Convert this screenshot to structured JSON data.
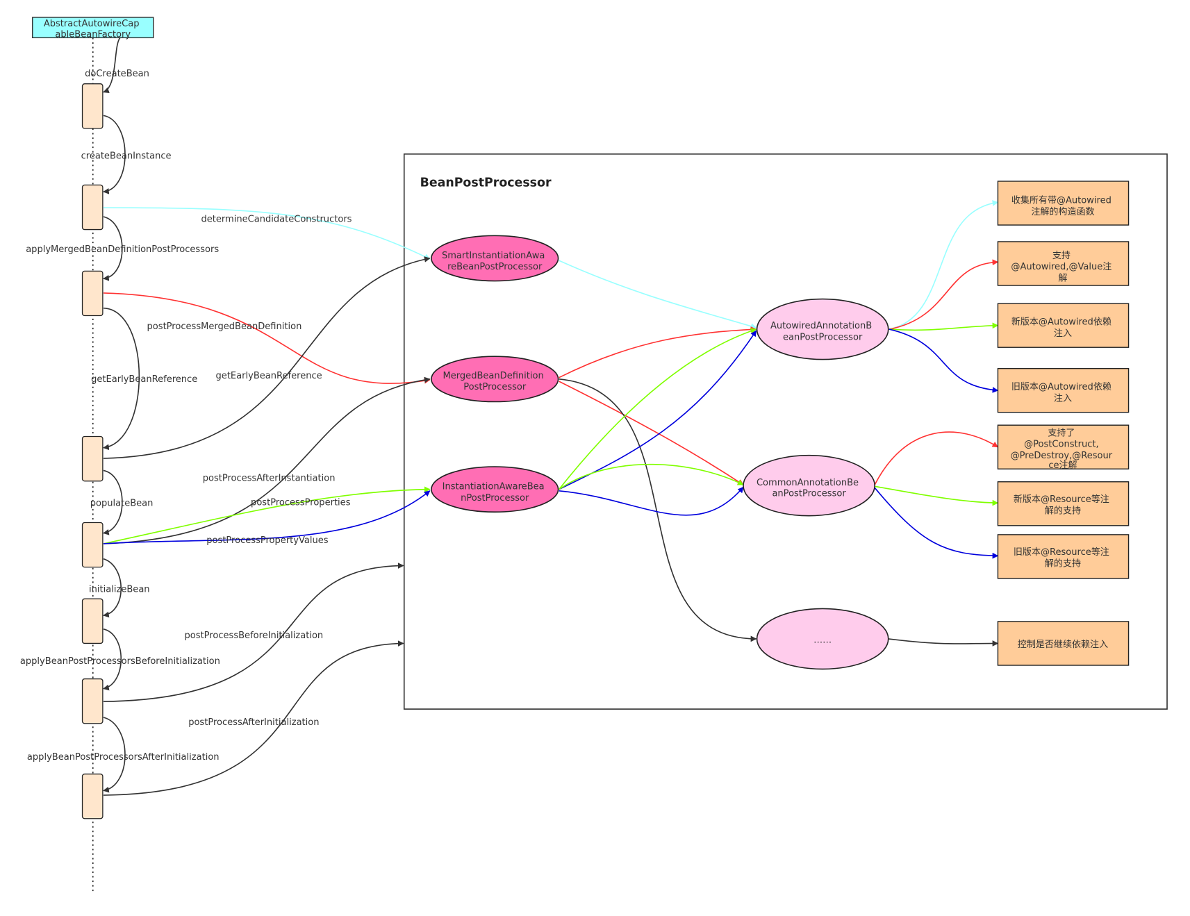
{
  "colors": {
    "header_fill": "#99ffff",
    "activation_fill": "#ffe6cc",
    "hot_pink": "#ff6eb4",
    "light_pink": "#ffccec",
    "result_fill": "#ffcc99",
    "black_edge": "#333333",
    "cyan_edge": "#99ffff",
    "red_edge": "#ff3333",
    "green_edge": "#80ff00",
    "blue_edge": "#0000dd"
  },
  "lifeline": {
    "header": [
      "AbstractAutowireCap",
      "ableBeanFactory"
    ]
  },
  "flow_calls": {
    "doCreateBean": "doCreateBean",
    "createBeanInstance": "createBeanInstance",
    "applyMerged": "applyMergedBeanDefinitionPostProcessors",
    "getEarly": "getEarlyBeanReference",
    "populateBean": "populateBean",
    "initializeBean": "initializeBean",
    "applyBefore": "applyBeanPostProcessorsBeforeInitialization",
    "applyAfter": "applyBeanPostProcessorsAfterInitialization"
  },
  "hook_calls": {
    "determineCandidateConstructors": "determineCandidateConstructors",
    "postProcessMergedBeanDefinition": "postProcessMergedBeanDefinition",
    "getEarlyBeanReference": "getEarlyBeanReference",
    "postProcessAfterInstantiation": "postProcessAfterInstantiation",
    "postProcessProperties": "postProcessProperties",
    "postProcessPropertyValues": "postProcessPropertyValues",
    "postProcessBeforeInitialization": "postProcessBeforeInitialization",
    "postProcessAfterInitialization": "postProcessAfterInitialization"
  },
  "container": {
    "title": "BeanPostProcessor"
  },
  "interfaces": {
    "smart": [
      "SmartInstantiationAwa",
      "reBeanPostProcessor"
    ],
    "merged": [
      "MergedBeanDefinition",
      "PostProcessor"
    ],
    "inst": [
      "InstantiationAwareBea",
      "nPostProcessor"
    ]
  },
  "implementations": {
    "autowired": [
      "AutowiredAnnotationB",
      "eanPostProcessor"
    ],
    "common": [
      "CommonAnnotationBe",
      "anPostProcessor"
    ],
    "other": [
      "……"
    ]
  },
  "results": {
    "r1": [
      "收集所有带@Autowired",
      "注解的构造函数"
    ],
    "r2": [
      "支持",
      "@Autowired,@Value注",
      "解"
    ],
    "r3": [
      "新版本@Autowired依赖",
      "注入"
    ],
    "r4": [
      "旧版本@Autowired依赖",
      "注入"
    ],
    "r5": [
      "支持了",
      "@PostConstruct,",
      "@PreDestroy,@Resour",
      "ce注解"
    ],
    "r6": [
      "新版本@Resource等注",
      "解的支持"
    ],
    "r7": [
      "旧版本@Resource等注",
      "解的支持"
    ],
    "r8": [
      "控制是否继续依赖注入"
    ]
  }
}
